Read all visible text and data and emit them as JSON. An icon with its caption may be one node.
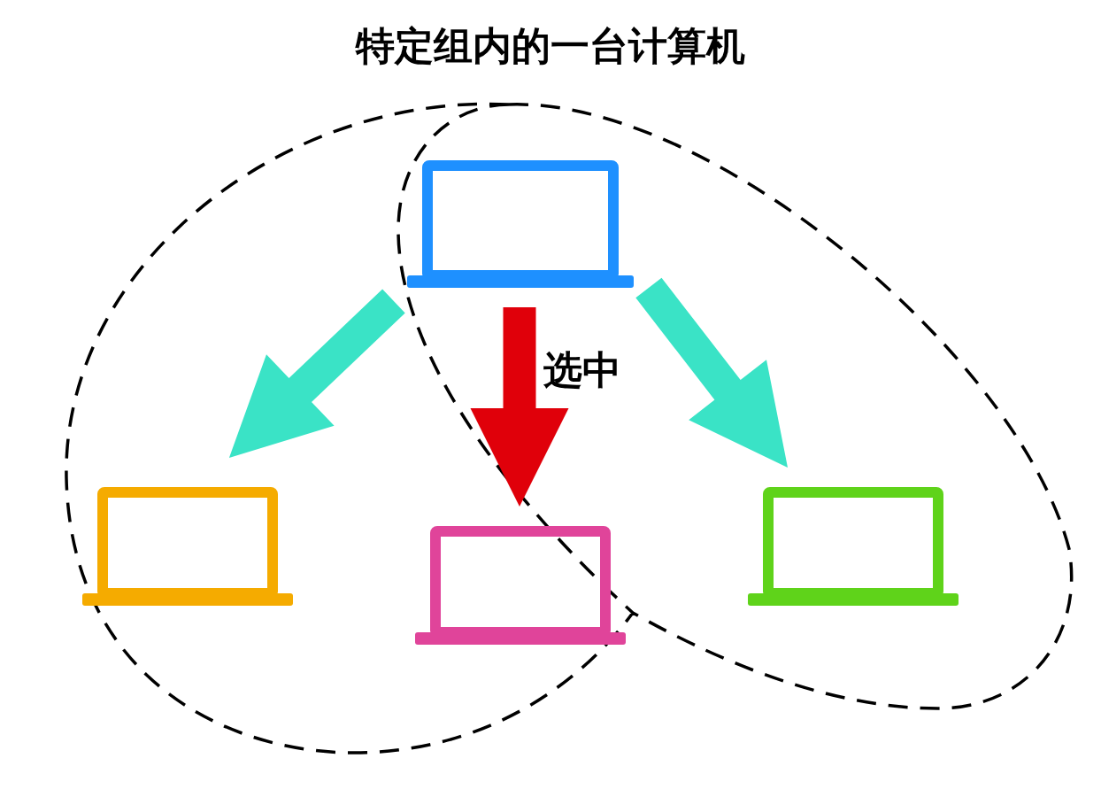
{
  "diagram": {
    "title": "特定组内的一台计算机",
    "nodes": [
      {
        "text": [],
        "shape": "laptop"
      },
      {
        "text": [],
        "shape": "laptop"
      },
      {
        "text": [],
        "shape": "laptop"
      },
      {
        "text": [],
        "shape": "laptop"
      }
    ],
    "edges": [
      {
        "from": 0,
        "to": 1,
        "arrow": "to",
        "style": "thick"
      },
      {
        "from": 0,
        "to": 2,
        "arrow": "to",
        "style": "thick",
        "color": "#e0000a",
        "label": "选中"
      },
      {
        "from": 0,
        "to": 3,
        "arrow": "to",
        "style": "thick"
      }
    ]
  }
}
